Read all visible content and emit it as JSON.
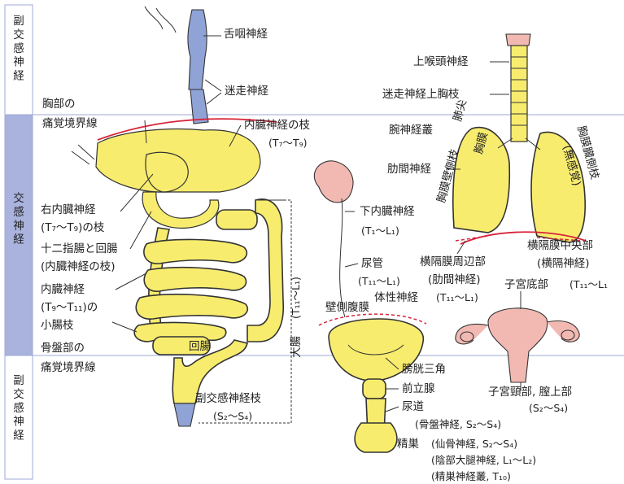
{
  "side": {
    "top": "副交感神経",
    "middle": "交感神経",
    "bottom": "副交感神経"
  },
  "gut": {
    "vagus_tongue": "舌咽神経",
    "vagus": "迷走神経",
    "thoracic_boundary_1": "胸部の",
    "thoracic_boundary_2": "痛覚境界線",
    "visceral_branch": "内臓神経の枝",
    "visceral_branch_range": "(T₇〜T₉)",
    "right_visceral_1": "右内臓神経",
    "right_visceral_2": "(T₇〜T₉)の枝",
    "duodenum_1": "十二指腸と回腸",
    "duodenum_2": "(内臓神経の枝)",
    "smallint_1": "内臓神経",
    "smallint_2": "(T₉〜T₁₁)の",
    "smallint_3": "小腸枝",
    "ileum": "回腸",
    "pelvic_boundary_1": "骨盤部の",
    "pelvic_boundary_2": "痛覚境界線",
    "large_intestine": "大腸",
    "large_intestine_range": "(T₁₁〜L₁)",
    "parasym_branch": "副交感神経枝",
    "parasym_range": "(S₂〜S₄)"
  },
  "urinary": {
    "lower_splanchnic": "下内臓神経",
    "lower_splanchnic_range": "(T₁〜L₁)",
    "ureter": "尿管",
    "ureter_range": "(T₁₁〜L₁)",
    "parietal_peritoneum": "壁側腹膜",
    "somatic": "体性神経",
    "somatic_range": "(T₁₁〜L₁)",
    "trigone": "膀胱三角",
    "prostate": "前立腺",
    "urethra": "尿道",
    "urethra_range": "(骨盤神経, S₂〜S₄)",
    "testis": "精巣",
    "testis_range_1": "(仙骨神経, S₂〜S₄)",
    "testis_range_2": "(陰部大腿神経, L₁〜L₂)",
    "testis_range_3": "(精巣神経叢, T₁₀)"
  },
  "thorax": {
    "sup_laryngeal": "上喉頭神経",
    "vagus_thoracic": "迷走神経上胸枝",
    "brachial_plexus": "腕神経叢",
    "intercostal": "肋間神経",
    "apex": "肺尖",
    "pleura_parietal": "胸膜壁側枝",
    "pleura": "胸膜",
    "visceral_pleura": "胸膜臓側枝",
    "no_sensation": "(無感覚)",
    "diaphragm_periph_1": "横隔膜周辺部",
    "diaphragm_periph_2": "(肋間神経)",
    "diaphragm_center_1": "横隔膜中央部",
    "diaphragm_center_2": "(横隔神経)"
  },
  "uterus": {
    "fundus_1": "子宮底部",
    "fundus_2": "(T₁₁〜L₁",
    "cervix": "子宮頸部, 膣上部",
    "cervix_range": "(S₂〜S₄)"
  },
  "colors": {
    "organ": "#f7ec6e",
    "nerve": "#8fa3d6",
    "kidney": "#f2b9b3",
    "boundary": "#d8253b",
    "sidebar": "#9ea8d6"
  }
}
